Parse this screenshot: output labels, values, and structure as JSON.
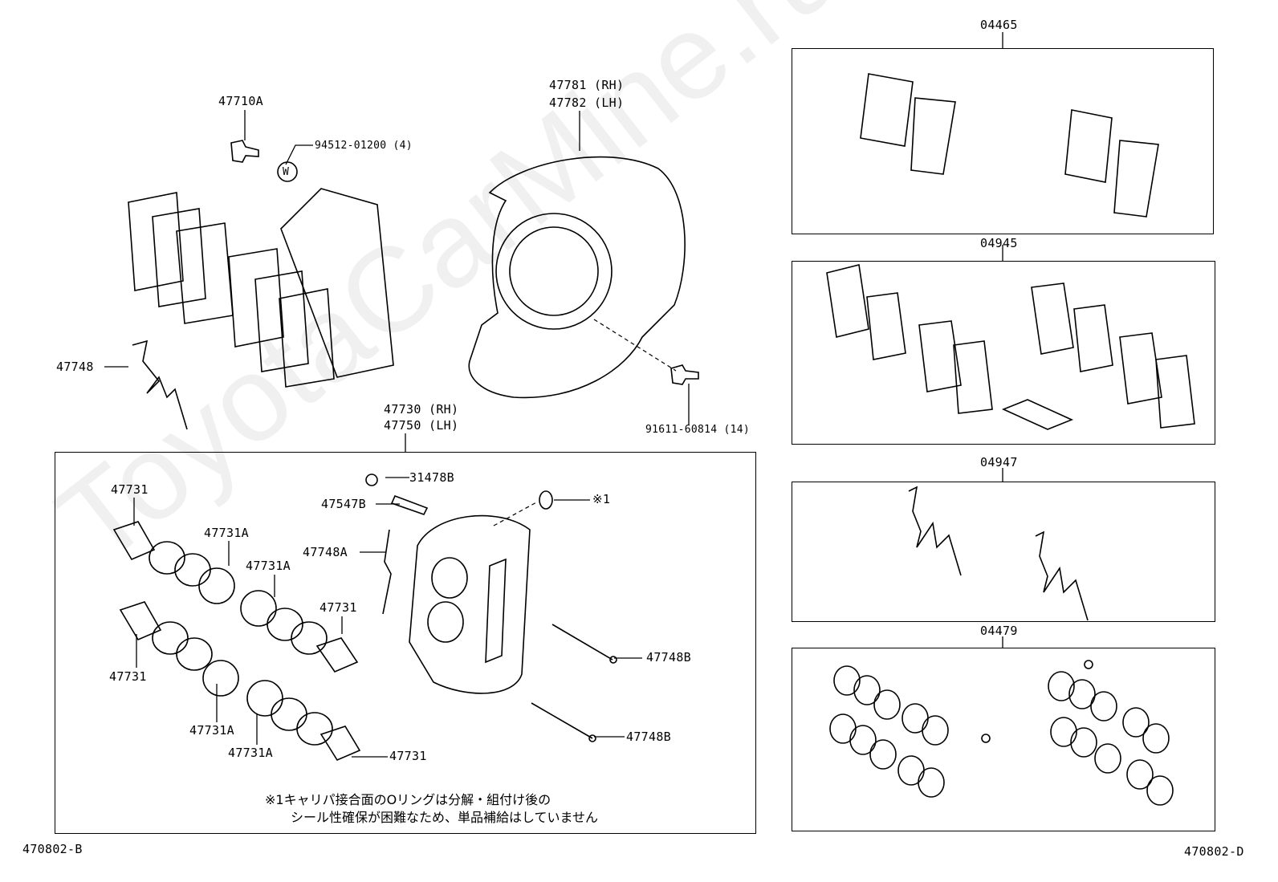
{
  "watermark": "ToyotaCarMine.ru",
  "main_labels": {
    "l47710A": "47710A",
    "l94512": "94512-01200 (4)",
    "l47781": "47781 (RH)",
    "l47782": "47782 (LH)",
    "l91611": "91611-60814 (14)",
    "l47748": "47748",
    "l47730": "47730 (RH)",
    "l47750": "47750 (LH)",
    "l31478B": "31478B",
    "l47547B": "47547B",
    "l47748A": "47748A",
    "lstar1": "※1",
    "l47731_a": "47731",
    "l47731A_a": "47731A",
    "l47731A_b": "47731A",
    "l47731_b": "47731",
    "l47731_c": "47731",
    "l47731A_c": "47731A",
    "l47731A_d": "47731A",
    "l47731_d": "47731",
    "l47748B_a": "47748B",
    "l47748B_b": "47748B",
    "washer_mark": "W"
  },
  "kits": {
    "k04465": "04465",
    "k04945": "04945",
    "k04947": "04947",
    "k04479": "04479"
  },
  "note_line1": "※1キャリパ接合面のOリングは分解・組付け後の",
  "note_line2": "シール性確保が困難なため、単品補給はしていません",
  "footer_left": "470802-B",
  "footer_right": "470802-D"
}
